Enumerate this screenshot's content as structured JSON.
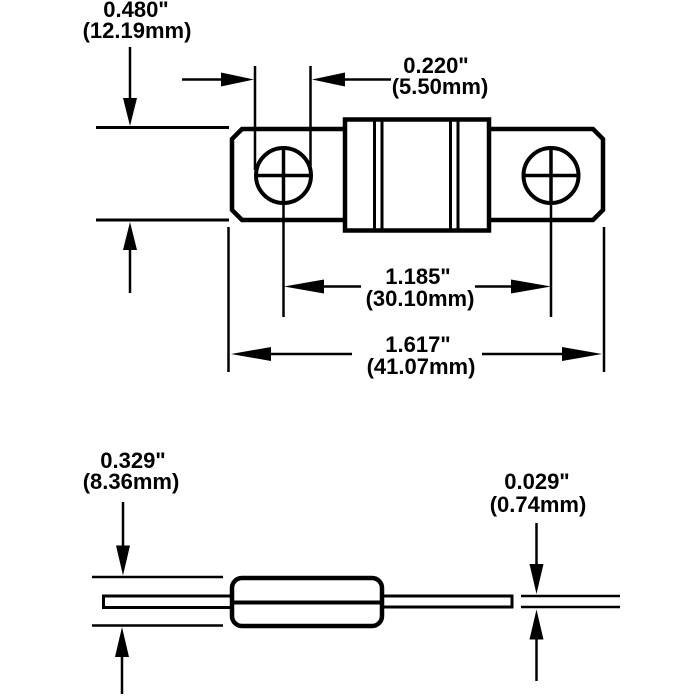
{
  "drawing": {
    "type": "technical-dimension-drawing",
    "subject": "bolt-down fuse, top view and side view",
    "colors": {
      "line": "#000000",
      "background": "#ffffff"
    },
    "top_view": {
      "label": "fuse top view",
      "dims": {
        "tab_height": {
          "in": "0.480\"",
          "mm": "(12.19mm)"
        },
        "hole_diameter": {
          "in": "0.220\"",
          "mm": "(5.50mm)"
        },
        "hole_spacing": {
          "in": "1.185\"",
          "mm": "(30.10mm)"
        },
        "overall_length": {
          "in": "1.617\"",
          "mm": "(41.07mm)"
        }
      }
    },
    "side_view": {
      "label": "fuse side view",
      "dims": {
        "body_diameter": {
          "in": "0.329\"",
          "mm": "(8.36mm)"
        },
        "lead_thickness": {
          "in": "0.029\"",
          "mm": "(0.74mm)"
        }
      }
    }
  }
}
